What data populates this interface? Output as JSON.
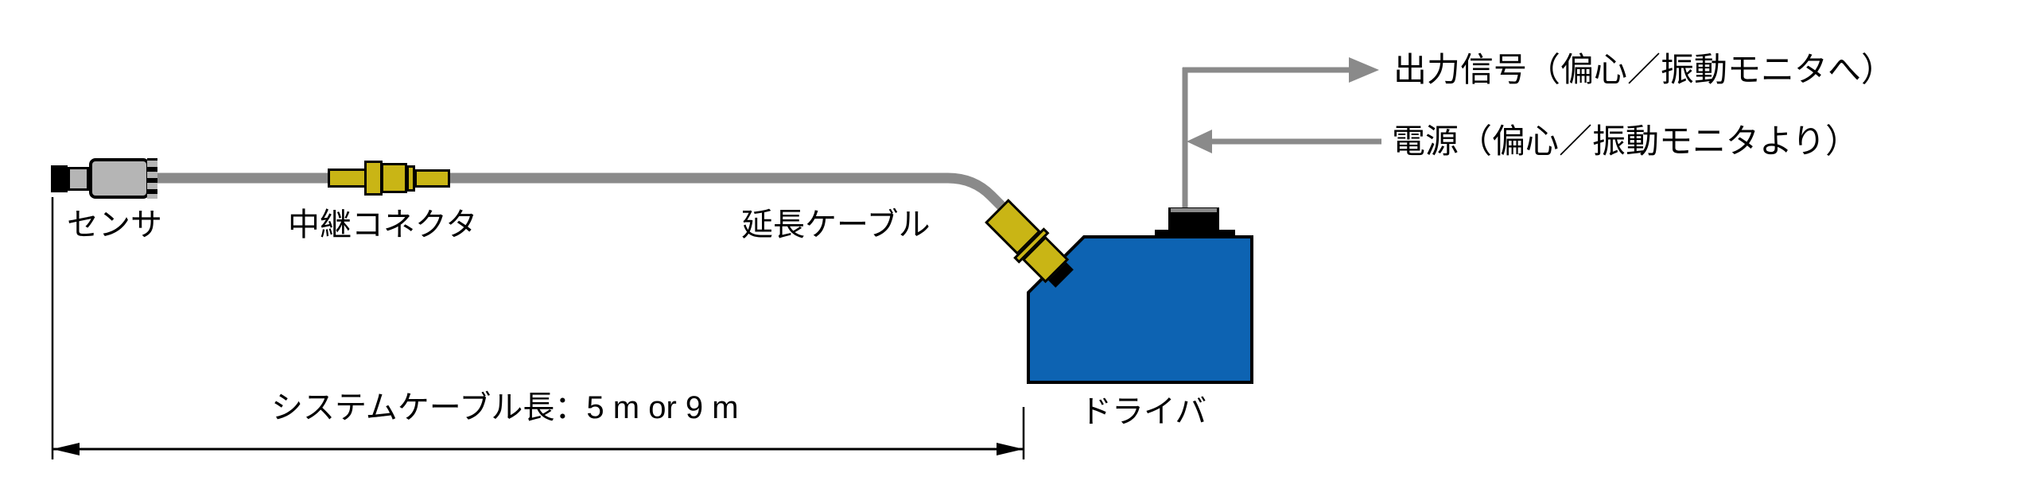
{
  "diagram": {
    "components": {
      "sensor": "センサ",
      "relay_connector": "中継コネクタ",
      "extension_cable": "延長ケーブル",
      "driver": "ドライバ"
    },
    "annotations": {
      "output_signal": "出力信号（偏心／振動モニタへ）",
      "power": "電源（偏心／振動モニタより）",
      "cable_length": "システムケーブル長：5 m or 9 m"
    },
    "colors": {
      "background": "#ffffff",
      "cable_gray": "#8a8a8a",
      "arrow_gray": "#8a8a8a",
      "sensor_gray": "#b5b5b5",
      "connector_yellow": "#c9b515",
      "driver_blue": "#0d63b2",
      "line_black": "#000000"
    }
  }
}
